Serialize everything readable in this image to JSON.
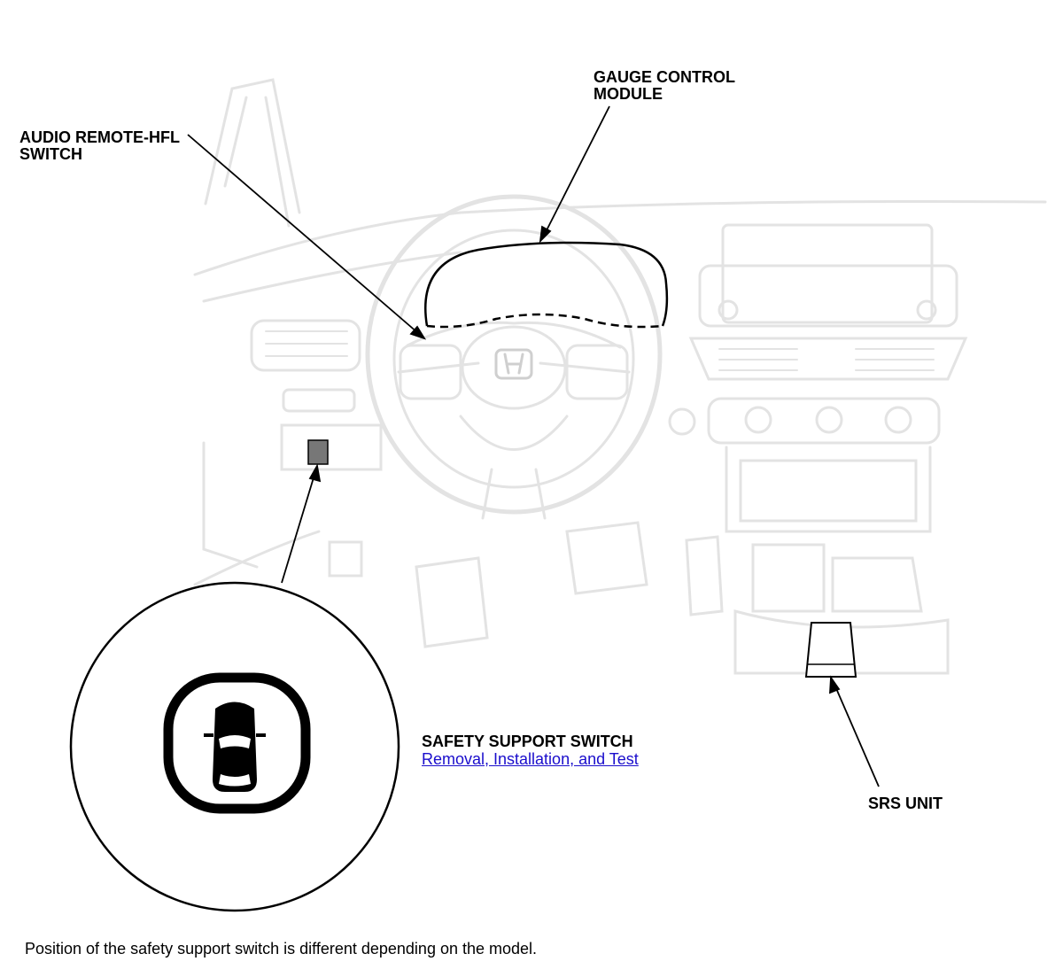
{
  "labels": {
    "gauge_control_module": [
      "GAUGE CONTROL",
      "MODULE"
    ],
    "audio_remote_hfl_switch": [
      "AUDIO REMOTE-HFL",
      "SWITCH"
    ],
    "safety_support_switch": "SAFETY SUPPORT SWITCH",
    "srs_unit": "SRS UNIT"
  },
  "links": {
    "safety_support_switch_procedure": "Removal, Installation, and Test"
  },
  "note": "Position of the safety support switch is different depending on the model.",
  "colors": {
    "line_art": "#e3e3e3",
    "callout": "#000000",
    "link": "#1a0dcc",
    "switch_fill": "#777777"
  },
  "icons": {
    "detail_icon": "car-top-view-in-rounded-frame-icon"
  }
}
